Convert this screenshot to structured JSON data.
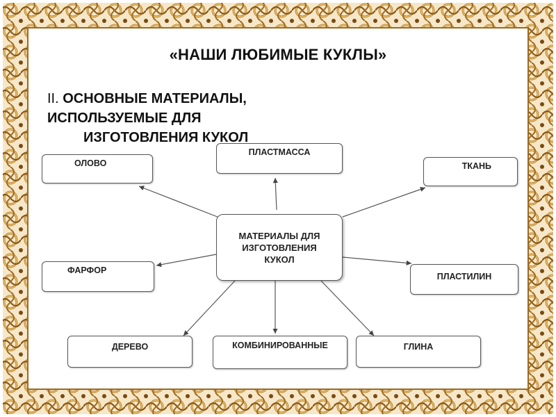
{
  "title": "«НАШИ ЛЮБИМЫЕ КУКЛЫ»",
  "subtitle": {
    "numeral": "II.",
    "line1": "ОСНОВНЫЕ МАТЕРИАЛЫ,",
    "line2": "ИСПОЛЬЗУЕМЫЕ ДЛЯ",
    "line3": "ИЗГОТОВЛЕНИЯ КУКОЛ"
  },
  "center_node": "МАТЕРИАЛЫ ДЛЯ ИЗГОТОВЛЕНИЯ КУКОЛ",
  "nodes": {
    "olovo": "ОЛОВО",
    "plastmassa": "ПЛАСТМАССА",
    "tkan": "ТКАНЬ",
    "farfor": "ФАРФОР",
    "plastilin": "ПЛАСТИЛИН",
    "derevo": "ДЕРЕВО",
    "kombinirovannye": "КОМБИНИРОВАННЫЕ",
    "glina": "ГЛИНА"
  },
  "colors": {
    "frame_gold": "#c9943a",
    "frame_dark": "#7a4a12",
    "text": "#111111"
  }
}
